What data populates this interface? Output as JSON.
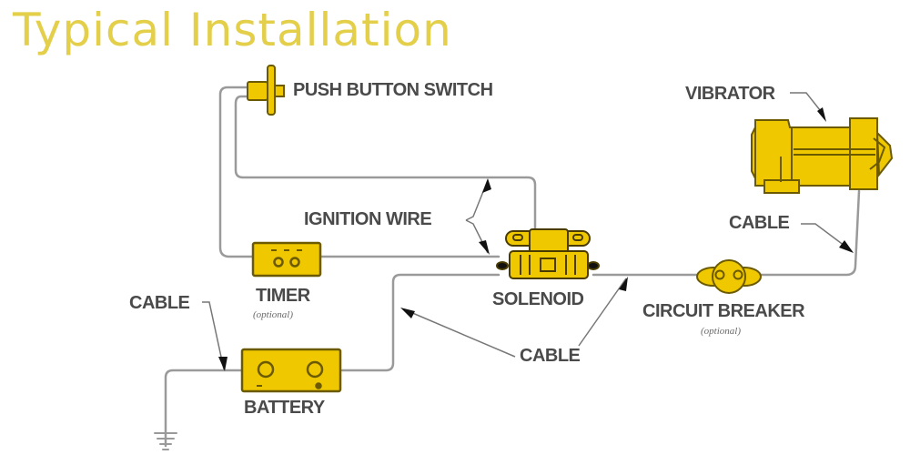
{
  "title": "Typical Installation",
  "colors": {
    "title": "#e3cf4a",
    "component_fill": "#f0c800",
    "component_stroke": "#6b5a00",
    "wire": "#9a9a9a",
    "label": "#4a4a4a"
  },
  "components": {
    "push_button_switch": {
      "label": "PUSH BUTTON SWITCH"
    },
    "vibrator": {
      "label": "VIBRATOR"
    },
    "timer": {
      "label": "TIMER",
      "note": "(optional)"
    },
    "solenoid": {
      "label": "SOLENOID"
    },
    "circuit_breaker": {
      "label": "CIRCUIT BREAKER",
      "note": "(optional)"
    },
    "battery": {
      "label": "BATTERY"
    }
  },
  "callouts": {
    "ignition_wire": "IGNITION WIRE",
    "cable_vibrator": "CABLE",
    "cable_battery": "CABLE",
    "cable_main": "CABLE"
  }
}
